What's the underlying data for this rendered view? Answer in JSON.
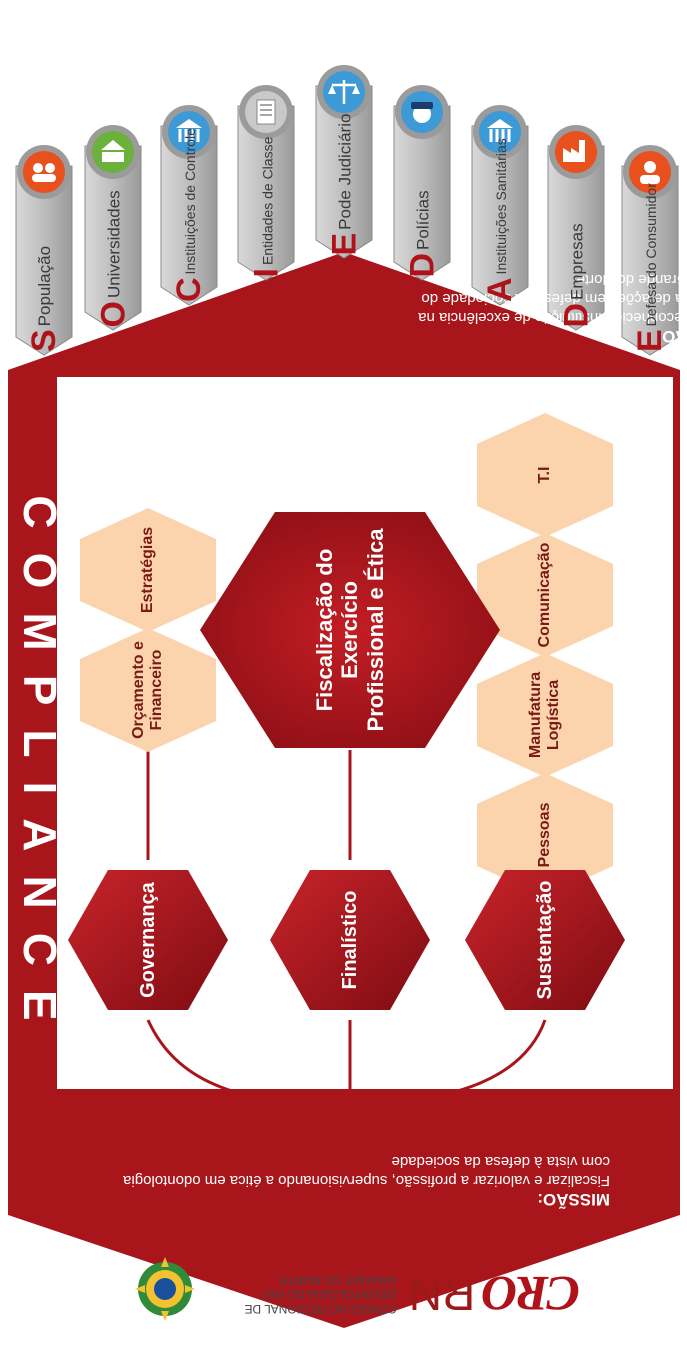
{
  "title": "COMPLIANCE",
  "vision": {
    "heading": "VISÃO:",
    "text": "Ser reconhecido instituição de excelência na busca de ações em defesa da sociedade do Rio Grande do Norte"
  },
  "mission": {
    "heading": "MISSÃO:",
    "text": "Fiscalizar e valorizar a profissão, supervisionando a ética em odontologia com vista à defesa da sociedade"
  },
  "stakeholders": [
    {
      "initial": "S",
      "label": "População",
      "icon": "people-icon",
      "color": "#e8501e"
    },
    {
      "initial": "O",
      "label": "Universidades",
      "icon": "university-icon",
      "color": "#6ab23b"
    },
    {
      "initial": "C",
      "label": "Instituições de Controle",
      "icon": "building-icon",
      "color": "#3d9ad6"
    },
    {
      "initial": "I",
      "label": "Entidades de Classe",
      "icon": "document-icon",
      "color": "#c9c9c9"
    },
    {
      "initial": "E",
      "label": "Pode Judiciário",
      "icon": "scales-icon",
      "color": "#3d9ad6"
    },
    {
      "initial": "D",
      "label": "Polícias",
      "icon": "police-icon",
      "color": "#3d9ad6"
    },
    {
      "initial": "A",
      "label": "Instituições Sanitárias",
      "icon": "building-icon",
      "color": "#3d9ad6"
    },
    {
      "initial": "D",
      "label": "Empresas",
      "icon": "factory-icon",
      "color": "#e8501e"
    },
    {
      "initial": "E",
      "label": "Defesa do Consumidor",
      "icon": "consumer-icon",
      "color": "#e8501e"
    }
  ],
  "pillars": [
    {
      "label": "Governança",
      "children": [
        "Orçamento e Financeiro",
        "Estratégias"
      ]
    },
    {
      "label": "Finalístico",
      "children": [
        "Fiscalização do Exercício Profissional e Ética"
      ]
    },
    {
      "label": "Sustentação",
      "children": [
        "Pessoas",
        "Manufatura Logística",
        "Comunicação",
        "T.I"
      ]
    }
  ],
  "logo": {
    "abbr": "CRO",
    "state": "RN",
    "org": "CONSELHO REGIONAL DE ODONTOLOGIA DO RIO GRANDE DO NORTE"
  },
  "colors": {
    "primary": "#a8161c",
    "pale": "#fbd4ae",
    "pale_text": "#7a1a12"
  }
}
